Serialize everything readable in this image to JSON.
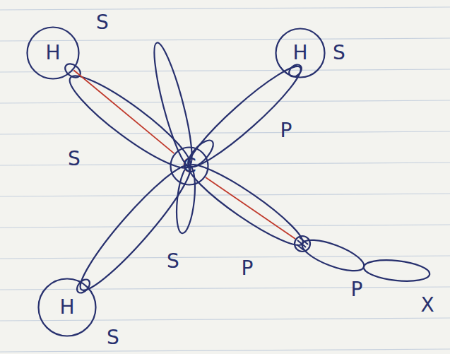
{
  "diagram": {
    "nodes": [
      {
        "text": [
          "H"
        ]
      },
      {
        "text": [
          "H"
        ]
      },
      {
        "text": [
          "C"
        ]
      },
      {
        "text": [
          "H"
        ]
      }
    ],
    "edges": [
      {
        "from": 0,
        "to": 2,
        "arrow": "none"
      }
    ],
    "labels": [
      "S",
      "S",
      "P",
      "S",
      "S",
      "P",
      "P",
      "X",
      "S"
    ]
  }
}
